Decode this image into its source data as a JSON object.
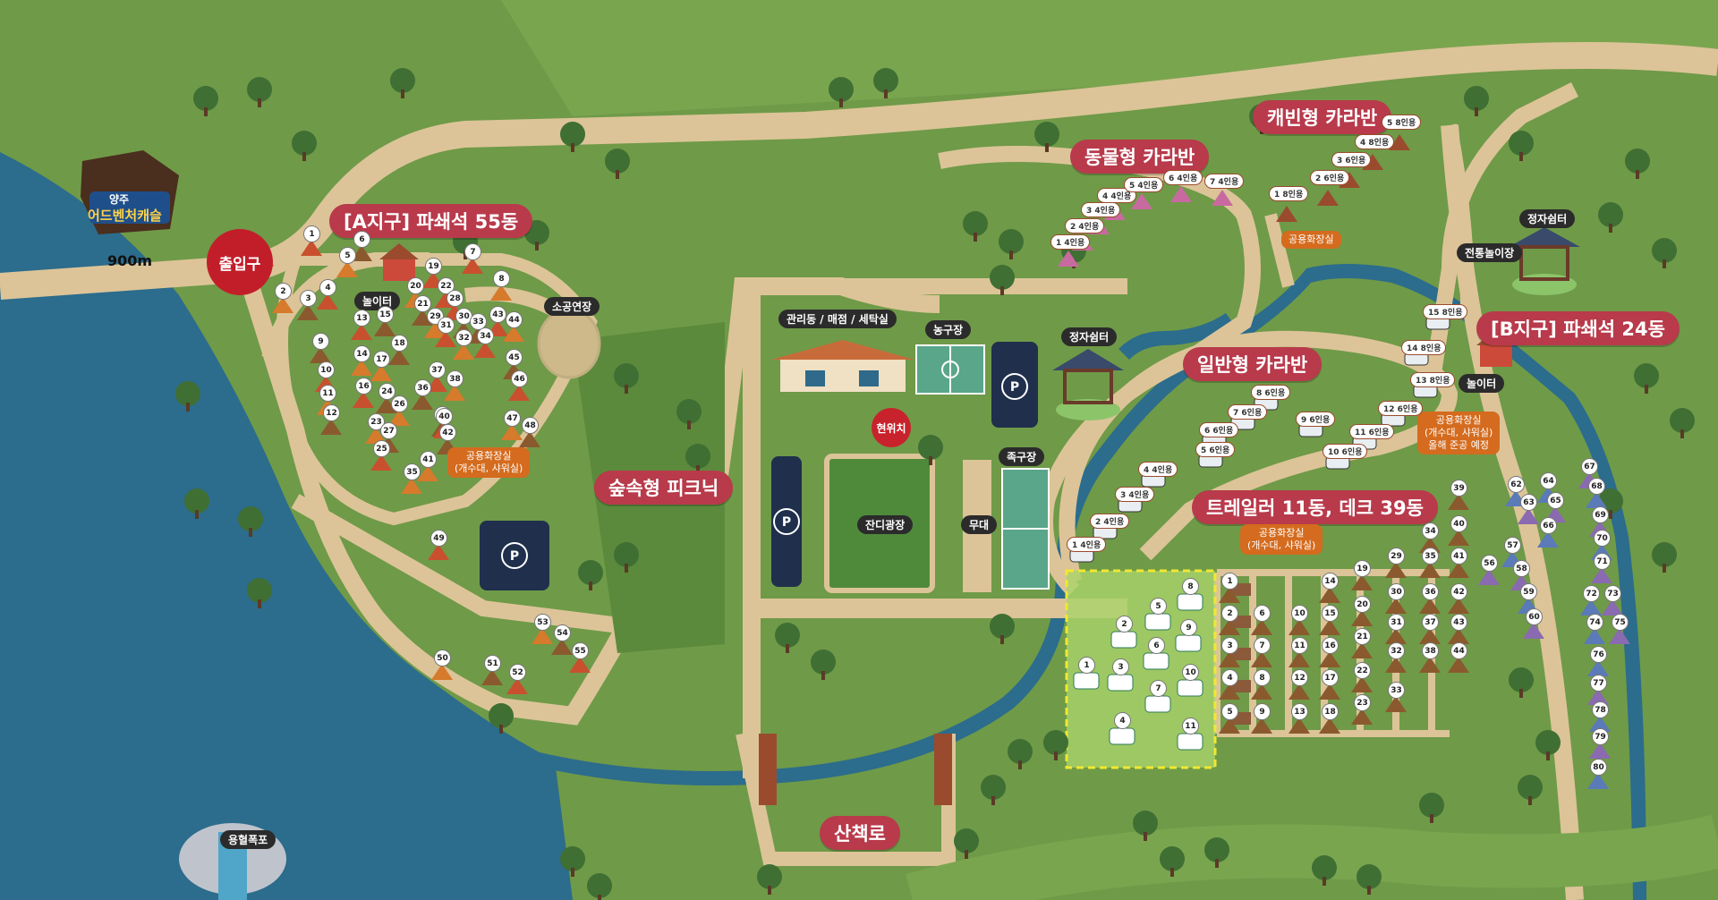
{
  "labels": {
    "zone_a": "[A지구] 파쇄석 55동",
    "zone_b": "[B지구] 파쇄석 24동",
    "forest_picnic": "숲속형 피크닉",
    "animal_caravan": "동물형 카라반",
    "cabin_caravan": "캐빈형 카라반",
    "general_caravan": "일반형 카라반",
    "trailer_deck": "트레일러 11동, 데크 39동",
    "walking_trail": "산책로"
  },
  "entrance": "출입구",
  "distance_sign": "900m",
  "current_location": "현위치",
  "tags": {
    "playground_a": "놀이터",
    "small_stage": "소공연장",
    "office": "관리동 / 매점 / 세탁실",
    "basketball": "농구장",
    "pavilion_center": "정자쉼터",
    "football": "족구장",
    "lawn_plaza": "잔디광장",
    "stage": "무대",
    "pavilion_b": "정자쉼터",
    "traditional_play": "전통놀이장",
    "playground_b": "놀이터",
    "waterfall": "용혈폭포"
  },
  "facilities": {
    "restroom_a": [
      "공용화장실",
      "(개수대, 샤워실)"
    ],
    "restroom_cabin": [
      "공용화장실"
    ],
    "restroom_trailer": [
      "공용화장실",
      "(개수대, 샤워실)"
    ],
    "restroom_b": [
      "공용화장실",
      "(개수대, 샤워실)",
      "올해 준공 예정"
    ]
  },
  "logo": {
    "line1": "양주",
    "line2": "어드벤처캐슬"
  },
  "sites": {
    "zone_a": [
      {
        "n": "1"
      },
      {
        "n": "2"
      },
      {
        "n": "3"
      },
      {
        "n": "4"
      },
      {
        "n": "5"
      },
      {
        "n": "6"
      },
      {
        "n": "7"
      },
      {
        "n": "8"
      },
      {
        "n": "9"
      },
      {
        "n": "10"
      },
      {
        "n": "11"
      },
      {
        "n": "12"
      },
      {
        "n": "13"
      },
      {
        "n": "14"
      },
      {
        "n": "15"
      },
      {
        "n": "16"
      },
      {
        "n": "17"
      },
      {
        "n": "18"
      },
      {
        "n": "19"
      },
      {
        "n": "20"
      },
      {
        "n": "21"
      },
      {
        "n": "22"
      },
      {
        "n": "23"
      },
      {
        "n": "24"
      },
      {
        "n": "25"
      },
      {
        "n": "26"
      },
      {
        "n": "27"
      },
      {
        "n": "28"
      },
      {
        "n": "29"
      },
      {
        "n": "30"
      },
      {
        "n": "31"
      },
      {
        "n": "32"
      },
      {
        "n": "33"
      },
      {
        "n": "34"
      },
      {
        "n": "35"
      },
      {
        "n": "36"
      },
      {
        "n": "37"
      },
      {
        "n": "38"
      },
      {
        "n": "39"
      },
      {
        "n": "40"
      },
      {
        "n": "41"
      },
      {
        "n": "42"
      },
      {
        "n": "43"
      },
      {
        "n": "44"
      },
      {
        "n": "45"
      },
      {
        "n": "46"
      },
      {
        "n": "47"
      },
      {
        "n": "48"
      },
      {
        "n": "49"
      },
      {
        "n": "50"
      },
      {
        "n": "51"
      },
      {
        "n": "52"
      },
      {
        "n": "53"
      },
      {
        "n": "54"
      },
      {
        "n": "55"
      }
    ],
    "animal_caravan": [
      "1 4인용",
      "2 4인용",
      "3 4인용",
      "4 4인용",
      "5 4인용",
      "6 4인용",
      "7 4인용"
    ],
    "cabin_caravan": [
      "1 8인용",
      "2 6인용",
      "3 6인용",
      "4 8인용",
      "5 8인용"
    ],
    "general_caravan": [
      "1 4인용",
      "2 4인용",
      "3 4인용",
      "4 4인용",
      "5 6인용",
      "6 6인용",
      "7 6인용",
      "8 6인용",
      "9 6인용",
      "10 6인용",
      "11 6인용",
      "12 6인용",
      "13 8인용",
      "14 8인용",
      "15 8인용"
    ],
    "trailer": [
      "1",
      "2",
      "3",
      "4",
      "5",
      "6",
      "7",
      "8",
      "9",
      "10",
      "11"
    ],
    "deck": [
      "1",
      "2",
      "3",
      "4",
      "5",
      "6",
      "7",
      "8",
      "9",
      "10",
      "11",
      "12",
      "13",
      "14",
      "15",
      "16",
      "17",
      "18",
      "19",
      "20",
      "21",
      "22",
      "23",
      "29",
      "30",
      "31",
      "32",
      "33",
      "34",
      "35",
      "36",
      "37",
      "38",
      "39",
      "40",
      "41",
      "42",
      "43",
      "44"
    ],
    "zone_b": [
      "56",
      "57",
      "58",
      "59",
      "60",
      "62",
      "63",
      "64",
      "65",
      "66",
      "67",
      "68",
      "69",
      "70",
      "71",
      "72",
      "73",
      "74",
      "75",
      "76",
      "77",
      "78",
      "79",
      "80"
    ]
  },
  "colors": {
    "grass": "#6f9a48",
    "water": "#2c6c8c",
    "path": "#dcc498",
    "label_red": "#b83a4b",
    "trailer_highlight": "#f0e830"
  }
}
